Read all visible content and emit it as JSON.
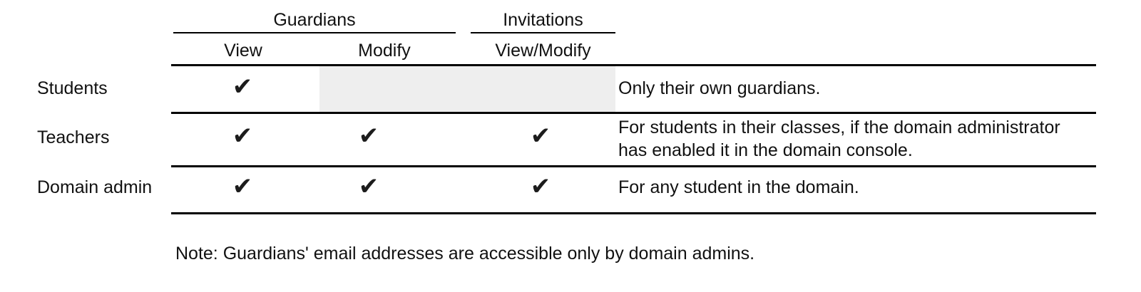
{
  "table": {
    "column_groups": [
      {
        "label": "Guardians",
        "span": 2
      },
      {
        "label": "Invitations",
        "span": 1
      }
    ],
    "columns": [
      {
        "label": "View"
      },
      {
        "label": "Modify"
      },
      {
        "label": "View/Modify"
      }
    ],
    "row_header_label": "",
    "rows": [
      {
        "label": "Students",
        "marks": [
          "✔",
          "",
          ""
        ],
        "shaded": [
          false,
          true,
          true
        ],
        "description": "Only their own guardians."
      },
      {
        "label": "Teachers",
        "marks": [
          "✔",
          "✔",
          "✔"
        ],
        "shaded": [
          false,
          false,
          false
        ],
        "description": "For students in their classes, if the domain administrator has enabled it in the domain console."
      },
      {
        "label": "Domain admin",
        "marks": [
          "✔",
          "✔",
          "✔"
        ],
        "shaded": [
          false,
          false,
          false
        ],
        "description": "For any student in the domain."
      }
    ]
  },
  "note": "Note: Guardians' email addresses are accessible only by domain admins.",
  "icons": {
    "check": "✔"
  },
  "colors": {
    "text": "#111111",
    "rule": "#000000",
    "shaded_cell": "#eeeeee",
    "background": "#ffffff"
  }
}
